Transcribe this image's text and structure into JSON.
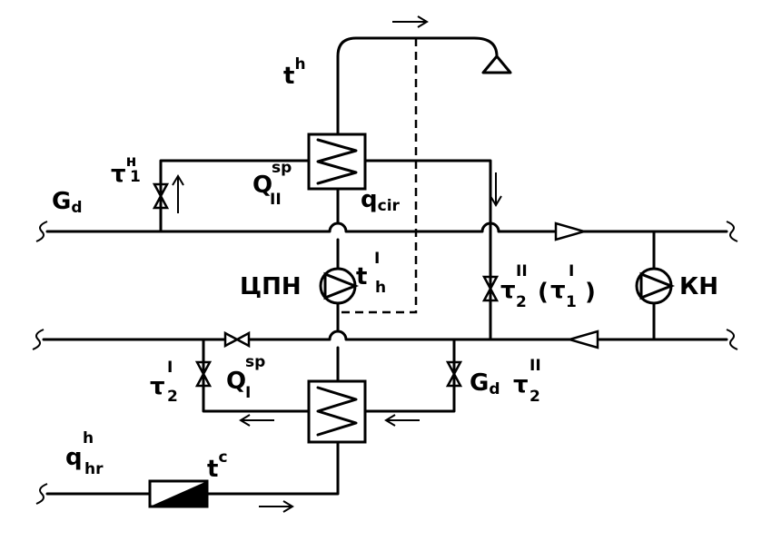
{
  "labels": {
    "t_h": {
      "base": "t",
      "sup": "h"
    },
    "tau1_n": {
      "base": "τ",
      "sub": "1",
      "sup": "н"
    },
    "Gd_left": {
      "base": "G",
      "sub": "d"
    },
    "Q_II_sp": {
      "base": "Q",
      "sub": "II",
      "sup": "sp"
    },
    "q_cir": {
      "base": "q",
      "sub": "cir"
    },
    "cpn": "ЦПН",
    "t_h_I": {
      "base": "t",
      "sub": "h",
      "sup": "I"
    },
    "tau2_II_paren": {
      "base": "τ",
      "sub": "2",
      "sup": "II",
      "paren_base": "τ",
      "paren_sub": "1",
      "paren_sup": "I"
    },
    "kn": "КН",
    "tau2_I": {
      "base": "τ",
      "sub": "2",
      "sup": "I"
    },
    "Q_I_sp": {
      "base": "Q",
      "sub": "I",
      "sup": "sp"
    },
    "Gd_right": {
      "base": "G",
      "sub": "d"
    },
    "tau2_II_right": {
      "base": "τ",
      "sub": "2",
      "sup": "II"
    },
    "q_hr_h": {
      "base": "q",
      "sub": "hr",
      "sup": "h"
    },
    "t_c": {
      "base": "t",
      "sup": "c"
    }
  }
}
